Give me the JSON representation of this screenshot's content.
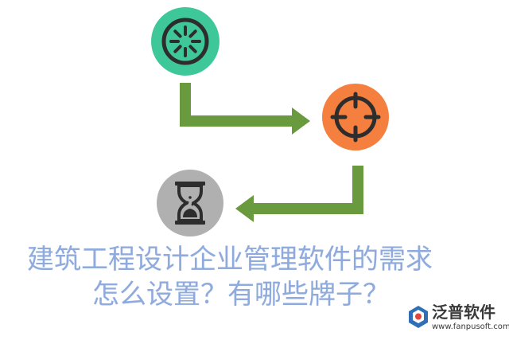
{
  "title": {
    "line1": "建筑工程设计企业管理软件的需求",
    "line2": "怎么设置？有哪些牌子？"
  },
  "watermark": {
    "name": "泛普软件",
    "url": "www.fanpusoft.com"
  },
  "colors": {
    "arrow": "#6a9a3e",
    "step1": "#3ec89a",
    "step2": "#f47f3e",
    "step3": "#b0b0b0",
    "icon_stroke": "#2d2d2d",
    "title_text": "#8faadc"
  },
  "icons": [
    "gear-icon",
    "crosshair-icon",
    "hourglass-icon"
  ]
}
